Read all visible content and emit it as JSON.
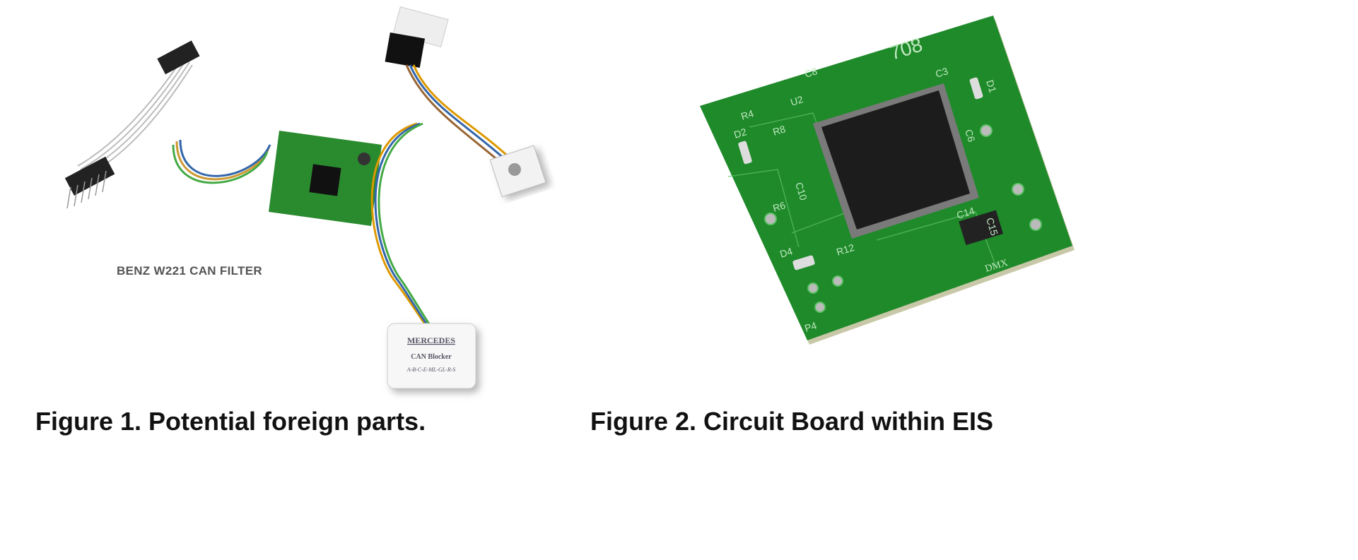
{
  "figure1": {
    "caption": "Figure 1. Potential foreign parts.",
    "filter_label": "BENZ W221 CAN FILTER",
    "blocker_box": {
      "brand": "MERCEDES",
      "name": "CAN Blocker",
      "models": "A-B-C-E-ML-GL-R-S"
    }
  },
  "figure2": {
    "caption": "Figure 2. Circuit Board within EIS",
    "board_marks": [
      "R4",
      "U2",
      "C8",
      "D2",
      "R8",
      "C10",
      "R6",
      "R12",
      "D4",
      "P4",
      "C15",
      "C14",
      "D1",
      "C3",
      "C6",
      "DMX",
      "708"
    ]
  }
}
